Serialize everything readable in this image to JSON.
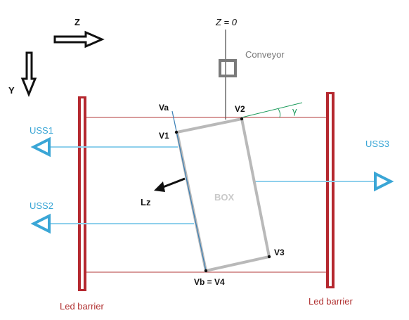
{
  "labels": {
    "z_axis": "Z",
    "y_axis": "Y",
    "z_zero": "Z = 0",
    "conveyor": "Conveyor",
    "va": "Va",
    "v1": "V1",
    "v2": "V2",
    "v3": "V3",
    "vb_v4": "Vb = V4",
    "gamma": "γ",
    "lz": "Lz",
    "box": "BOX",
    "uss1": "USS1",
    "uss2": "USS2",
    "uss3": "USS3",
    "led_left": "Led barrier",
    "led_right": "Led barrier"
  },
  "colors": {
    "barrier": "#b5282f",
    "sensor": "#3aa6d6",
    "sensor_beam": "#8fd0ec",
    "box_outline": "#b9b9b9",
    "box_text": "#c9c9c9",
    "guide_line": "#b33a3a",
    "angle": "#1a9a5a",
    "conveyor_marker": "#7a7a7a",
    "text_dark": "#111111",
    "barrier_text": "#b03030",
    "sensor_text": "#3aa6d6"
  },
  "icons": {
    "z_arrow": "right-arrow-icon",
    "y_arrow": "down-arrow-icon"
  }
}
